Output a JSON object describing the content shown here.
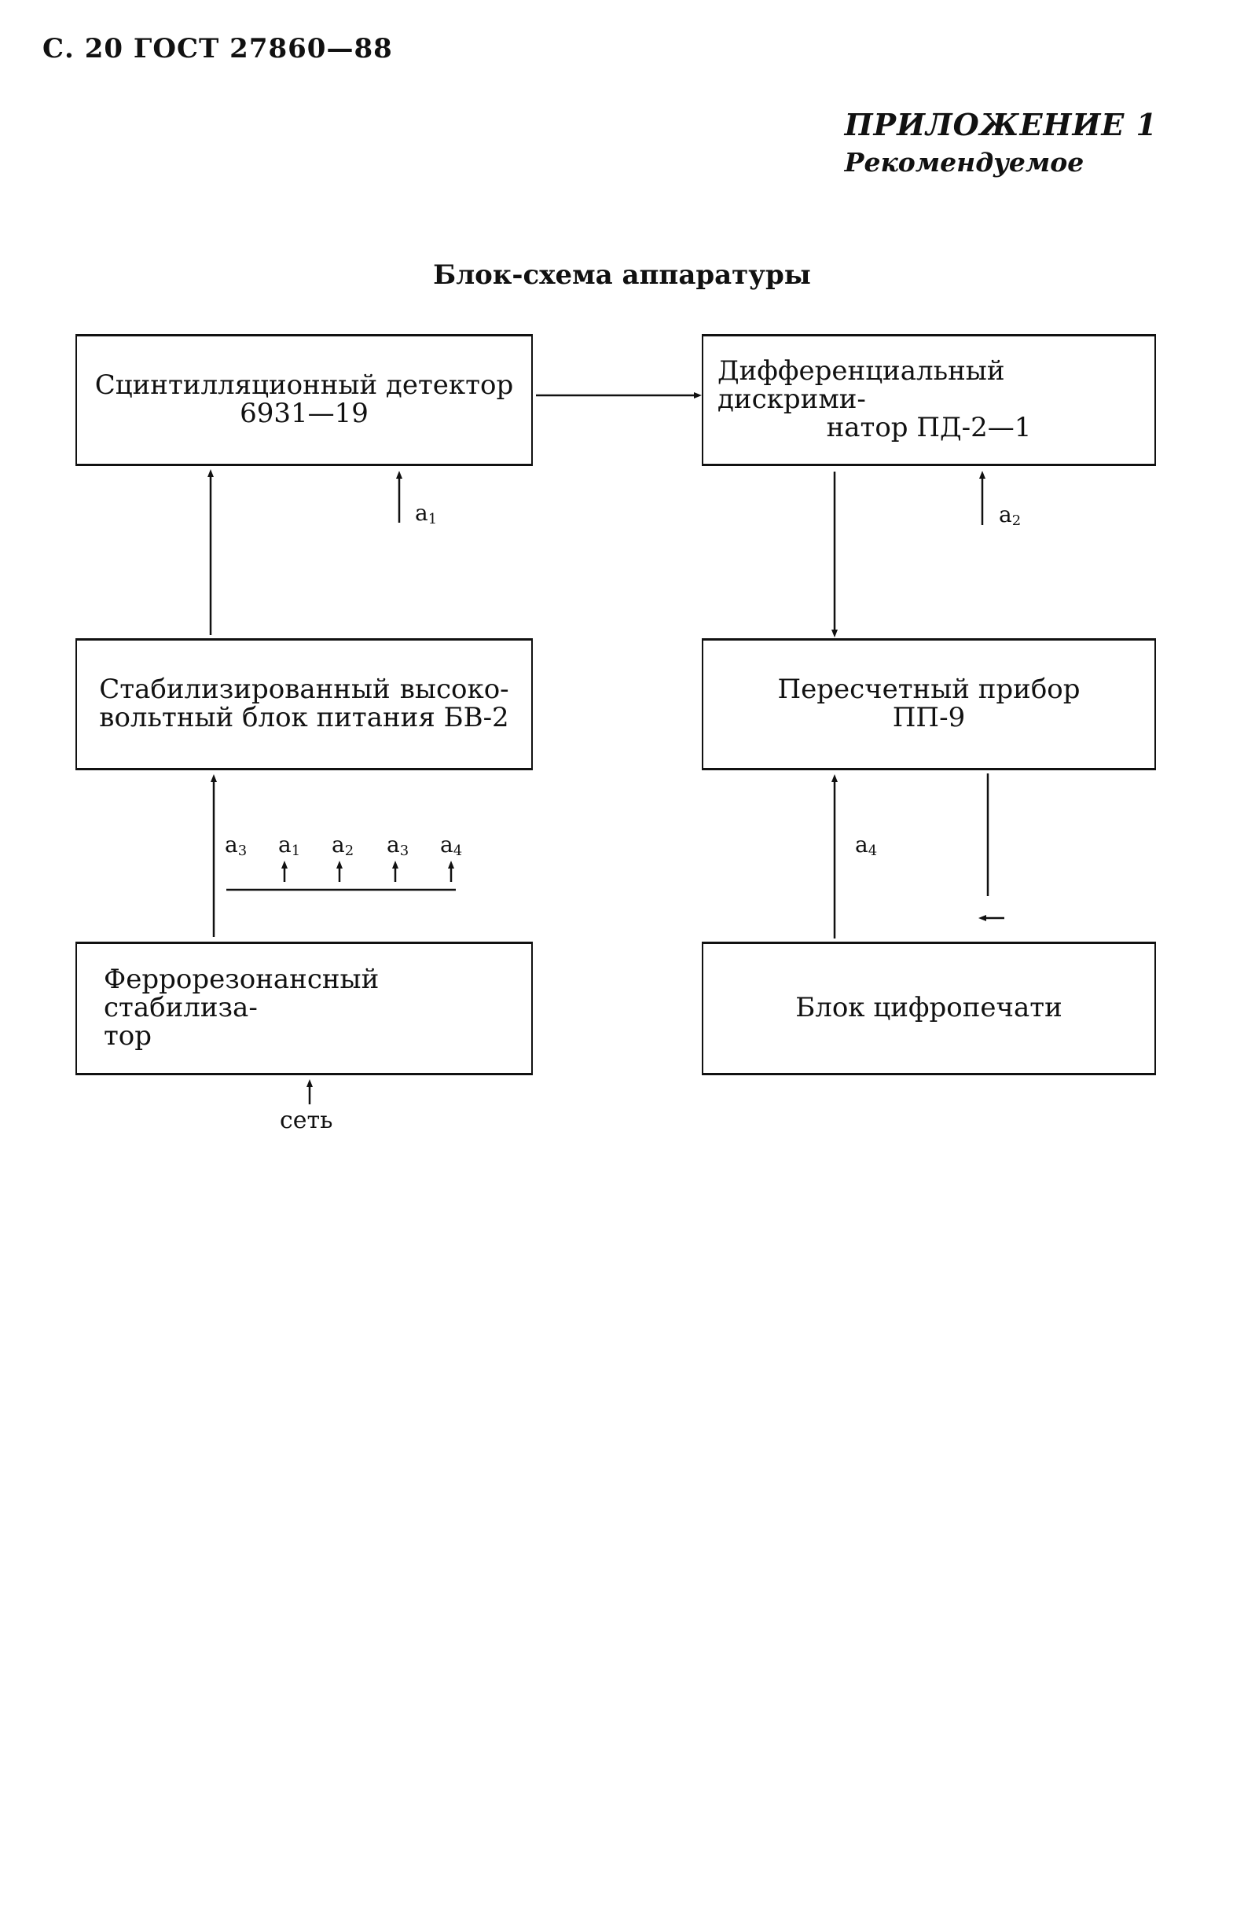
{
  "page": {
    "header": "С. 20 ГОСТ 27860—88",
    "appendix_title": "ПРИЛОЖЕНИЕ 1",
    "appendix_subtitle": "Рекомендуемое"
  },
  "diagram": {
    "title": "Блок-схема аппаратуры",
    "blocks": {
      "detector": {
        "lines": [
          "Сцинтилляционный детектор",
          "6931—19"
        ]
      },
      "discriminator": {
        "lines": [
          "Дифференциальный дискрими-",
          "натор ПД-2—1"
        ]
      },
      "hv_supply": {
        "lines": [
          "Стабилизированный высоко-",
          "вольтный блок питания БВ-2"
        ]
      },
      "counter": {
        "lines": [
          "Пересчетный прибор",
          "ПП-9"
        ]
      },
      "stabilizer": {
        "lines": [
          "Феррорезонансный стабилиза-",
          "тор"
        ]
      },
      "printer": {
        "lines": [
          "Блок цифропечати"
        ]
      }
    },
    "labels": {
      "a1_top": {
        "base": "a",
        "sub": "1"
      },
      "a2_top": {
        "base": "a",
        "sub": "2"
      },
      "a3": {
        "base": "a",
        "sub": "3"
      },
      "a1": {
        "base": "a",
        "sub": "1"
      },
      "a2": {
        "base": "a",
        "sub": "2"
      },
      "a3b": {
        "base": "a",
        "sub": "3"
      },
      "a4": {
        "base": "a",
        "sub": "4"
      },
      "a4_right": {
        "base": "a",
        "sub": "4"
      },
      "mains": "сеть"
    }
  }
}
